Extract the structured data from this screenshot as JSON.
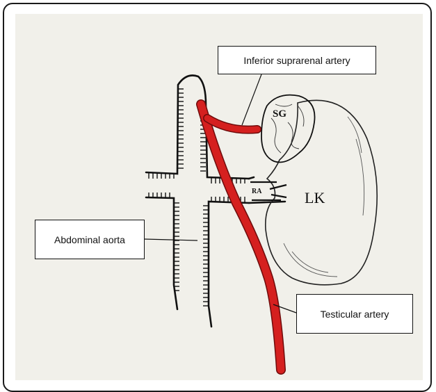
{
  "labels": {
    "inferior_suprarenal_artery": "Inferior suprarenal artery",
    "abdominal_aorta": "Abdominal aorta",
    "testicular_artery": "Testicular artery",
    "sg": "SG",
    "ra": "RA",
    "lk": "LK"
  },
  "colors": {
    "artery": "#d5201f",
    "artery_outline": "#6e0b0b",
    "ink": "#111111",
    "paper": "#f1f0ea",
    "frame": "#1a1a1a"
  }
}
